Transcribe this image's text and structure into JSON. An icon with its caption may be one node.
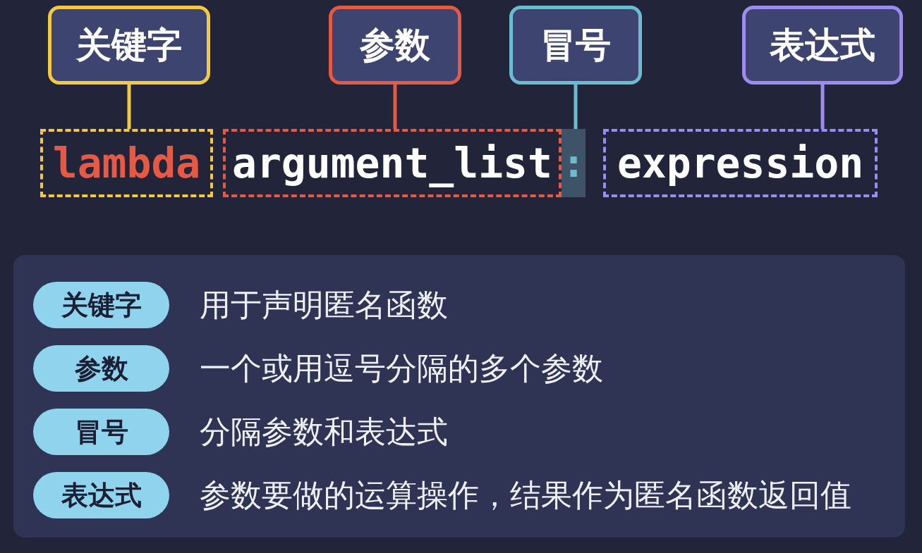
{
  "diagram": {
    "nodes": [
      {
        "text": [
          "关键字"
        ]
      },
      {
        "text": [
          "参数"
        ]
      },
      {
        "text": [
          "冒号"
        ]
      },
      {
        "text": [
          "表达式"
        ]
      },
      {
        "text": [
          "lambda"
        ]
      },
      {
        "text": [
          "argument_list"
        ]
      },
      {
        "text": [
          ":"
        ]
      },
      {
        "text": [
          "expression"
        ]
      },
      {
        "text": [],
        "shape": "box"
      },
      {
        "text": [
          "关键字"
        ],
        "in": 8,
        "beside": [
          "用于声明匿名函数"
        ]
      },
      {
        "text": [
          "参数"
        ],
        "in": 8,
        "beside": [
          "一个或用逗号分隔的多个参数"
        ]
      },
      {
        "text": [
          "冒号"
        ],
        "in": 8,
        "beside": [
          "分隔参数和表达式"
        ]
      },
      {
        "text": [
          "表达式"
        ],
        "in": 8,
        "beside": [
          "参数要做的运算操作，结果作为匿名函数返回值"
        ]
      }
    ],
    "edges": [
      {
        "from": 0,
        "to": 4,
        "arrow": "none",
        "color": "#f5c842"
      },
      {
        "from": 1,
        "to": 5,
        "arrow": "none",
        "color": "#e55a45"
      },
      {
        "from": 2,
        "to": 6,
        "arrow": "none",
        "color": "#6bbccf"
      },
      {
        "from": 3,
        "to": 7,
        "arrow": "none",
        "color": "#9d8cf0"
      }
    ]
  }
}
